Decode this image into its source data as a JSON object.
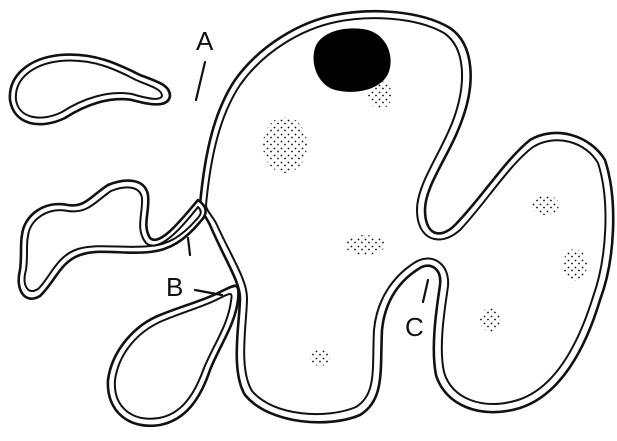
{
  "labels": {
    "a": "A",
    "b": "B",
    "c": "C"
  },
  "colors": {
    "ink": "#111111",
    "background": "#ffffff",
    "nucleus": "#000000"
  }
}
